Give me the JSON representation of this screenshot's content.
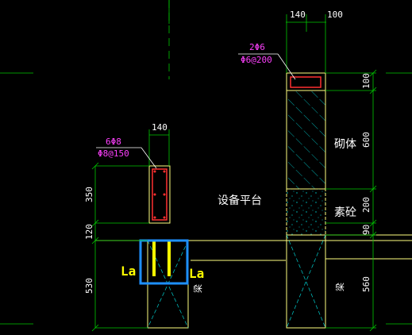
{
  "colors": {
    "background": "#000000",
    "dimension": "#00c800",
    "wall_outline": "#ffff80",
    "rebar": "#ff3030",
    "hatch": "#00d0d0",
    "leader": "#ffffff",
    "rebar_callout": "#ff40ff",
    "highlight_box": "#1e90ff",
    "la_marker": "#ffff00",
    "text": "#ffffff"
  },
  "left_wall": {
    "top_width": "140",
    "rebar_main": "6Φ8",
    "rebar_stirrup": "Φ8@150",
    "heights": [
      "350",
      "120",
      "530"
    ],
    "anchor_left": "La",
    "anchor_right": "La",
    "beam_label": "梁"
  },
  "right_wall": {
    "top_width_left": "140",
    "top_width_right": "100",
    "rebar_main": "2Φ6",
    "rebar_stirrup": "Φ6@200",
    "heights": [
      "100",
      "600",
      "200",
      "90",
      "560"
    ],
    "masonry_label": "砌体",
    "plain_concrete_label": "素砼",
    "beam_label": "梁"
  },
  "platform_label": "设备平台"
}
